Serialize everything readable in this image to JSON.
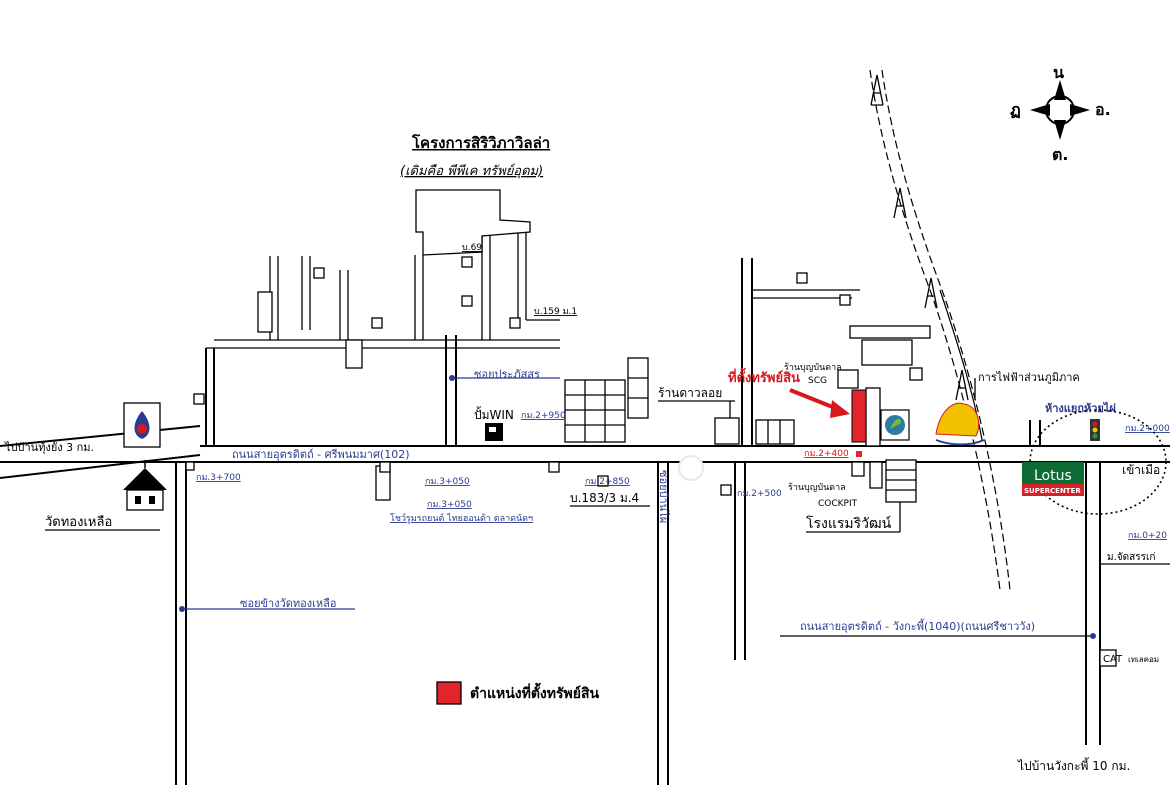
{
  "project": {
    "title": "โครงการสิริวิภาวิลล่า",
    "subtitle": "(เดิมคือ พีพีเค ทรัพย์อุดม)"
  },
  "compass": {
    "north": "น",
    "south": "ต.",
    "east": "อ.",
    "west": "ฏ"
  },
  "roads": {
    "main": "ถนนสายอุตรดิตถ์ - ศรีพนมมาศ(102)",
    "secondary": "ถนนสายอุตรดิตถ์ - วังกะพี้(1040)(ถนนศรีชาววัง)",
    "to_west": "ไปบ้านทุ้งยั้ง 3 กม.",
    "to_south": "ไปบ้านวังกะพี้ 10 กม.",
    "to_city": "เข้าเมือ"
  },
  "sois": {
    "soi_prakat": "ซอยประภัสสร",
    "soi_wat": "ซอยข้างวัดทองเหลือ",
    "soi_vertical": "ซอยบ้านไผ่"
  },
  "km_markers": {
    "km_3_700": "กม.3+700",
    "km_3_050_a": "กม.3+050",
    "km_3_050_b": "กม.3+050",
    "km_2_950": "กม.2+950",
    "km_2_850": "กม.2+850",
    "km_2_500": "กม.2+500",
    "km_2_400": "กม.2+400",
    "km_2_000": "กม.2+000",
    "km_0_20": "กม.0+20"
  },
  "landmarks": {
    "wat": "วัดทองเหลือ",
    "pump_win": "ปั้มWIN",
    "ran_daoloy": "ร้านดาวลอย",
    "ran_boonban_top": "ร้านบุญบันดาล",
    "scg": "SCG",
    "power_office": "การไฟฟ้าส่วนภูมิภาค",
    "junction": "ห้างแยกห้วยไผ่",
    "ran_boonban_bottom": "ร้านบุญบันดาล",
    "cockpit": "COCKPIT",
    "hotel": "โรงแรมริวัฒน์",
    "lotus": "Lotus",
    "lotus_sub": "SUPERCENTER",
    "ban_159": "บ.159 ม.1",
    "ban_69": "บ.69",
    "ban_183": "บ.183/3 ม.4",
    "showroom": "โชว์รูมรถยนต์ ไทยฮอนด้า ตลาดนัดฯ",
    "jat_sun": "ม.จัดสรรเก่",
    "cat": "CAT",
    "cat_sub": "เทเลคอม"
  },
  "property_label": "ที่ตั้งทรัพย์สิน",
  "legend": {
    "label": "ตำแหน่งที่ตั้งทรัพย์สิน"
  },
  "colors": {
    "property_red": "#e1262b",
    "road_blue": "#2b3b8f",
    "label_red": "#d7191e",
    "lotus_green": "#0d6b35",
    "lotus_red": "#d52027"
  }
}
